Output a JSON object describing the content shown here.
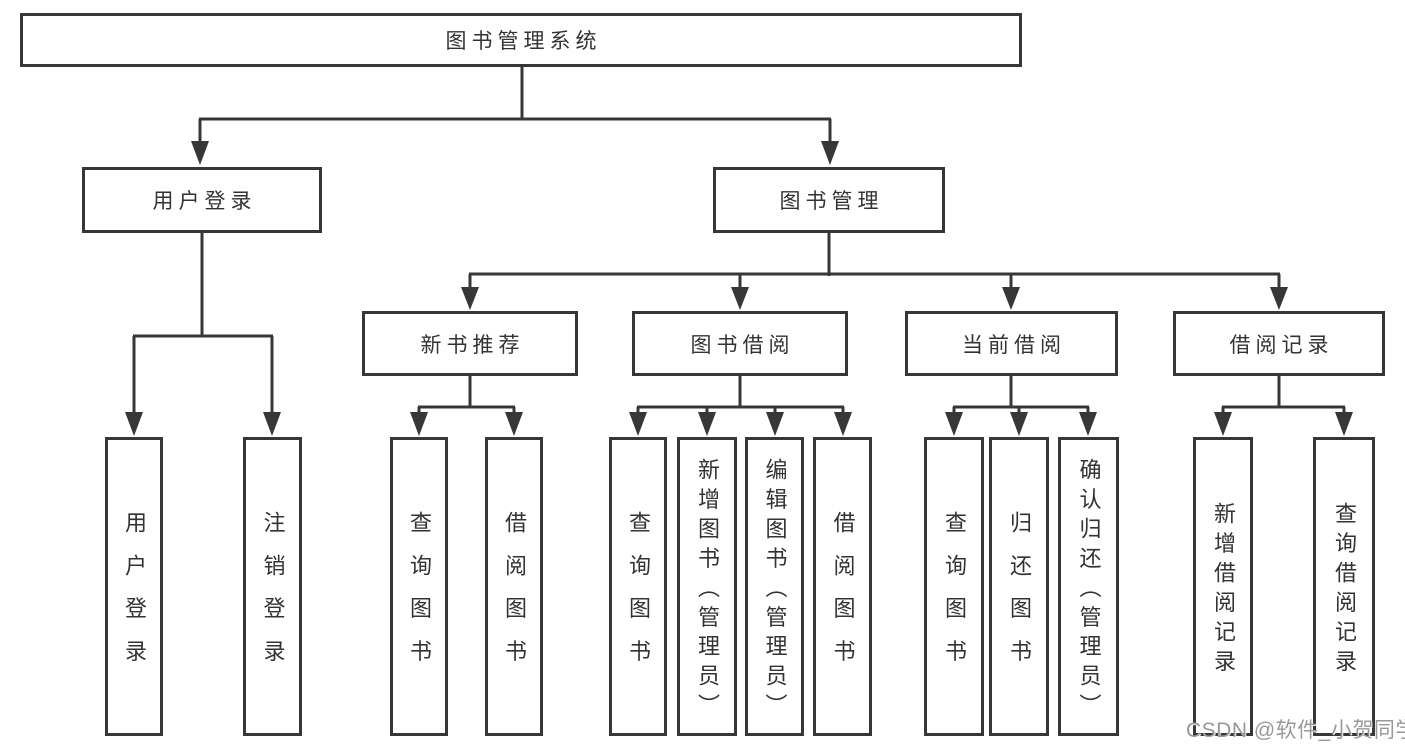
{
  "colors": {
    "line": "#373737",
    "text": "#333333",
    "watermark": "#999999",
    "background": "#ffffff"
  },
  "watermark": {
    "text": "CSDN @软件_小贺同学"
  },
  "tree": {
    "root": {
      "label": "图书管理系统"
    },
    "branches": [
      {
        "label": "用户登录",
        "children": [
          "用户登录",
          "注销登录"
        ]
      },
      {
        "label": "图书管理",
        "children": [
          {
            "label": "新书推荐",
            "children": [
              "查询图书",
              "借阅图书"
            ]
          },
          {
            "label": "图书借阅",
            "children": [
              "查询图书",
              "新增图书（管理员）",
              "编辑图书（管理员）",
              "借阅图书"
            ]
          },
          {
            "label": "当前借阅",
            "children": [
              "查询图书",
              "归还图书",
              "确认归还（管理员）"
            ]
          },
          {
            "label": "借阅记录",
            "children": [
              "新增借阅记录",
              "查询借阅记录"
            ]
          }
        ]
      }
    ]
  }
}
